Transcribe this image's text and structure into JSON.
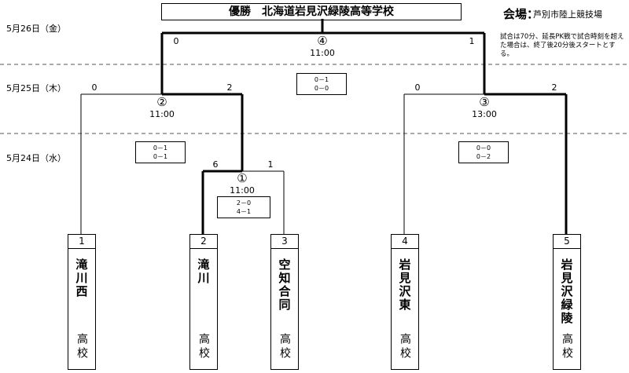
{
  "title": "優勝　北海道岩見沢緑陵高等学校",
  "venue": {
    "label": "会場：",
    "name": "芦別市陸上競技場"
  },
  "rules": "試合は70分、延長PK戦で試合時刻を超えた場合は、終了後20分後スタートとする。",
  "dates": [
    "5月26日（金）",
    "5月25日（木）",
    "5月24日（水）"
  ],
  "matches": {
    "m1": {
      "num": "①",
      "time": "11:00",
      "score_left": "6",
      "score_right": "1",
      "detail_1": "2－0",
      "detail_2": "4－1"
    },
    "m2": {
      "num": "②",
      "time": "11:00",
      "score_left": "0",
      "score_right": "2",
      "detail_1": "0－1",
      "detail_2": "0－1"
    },
    "m3": {
      "num": "③",
      "time": "13:00",
      "score_left": "0",
      "score_right": "2",
      "detail_1": "0－0",
      "detail_2": "0－2"
    },
    "m4": {
      "num": "④",
      "time": "11:00",
      "score_left": "0",
      "score_right": "1",
      "detail_1": "0－1",
      "detail_2": "0－0"
    }
  },
  "teams": [
    {
      "seed": "1",
      "name": "滝川西",
      "suffix": "高校"
    },
    {
      "seed": "2",
      "name": "滝川",
      "suffix": "高校"
    },
    {
      "seed": "3",
      "name": "空知合同",
      "suffix": "高校"
    },
    {
      "seed": "4",
      "name": "岩見沢東",
      "suffix": "高校"
    },
    {
      "seed": "5",
      "name": "岩見沢緑陵",
      "suffix": "高校"
    }
  ]
}
